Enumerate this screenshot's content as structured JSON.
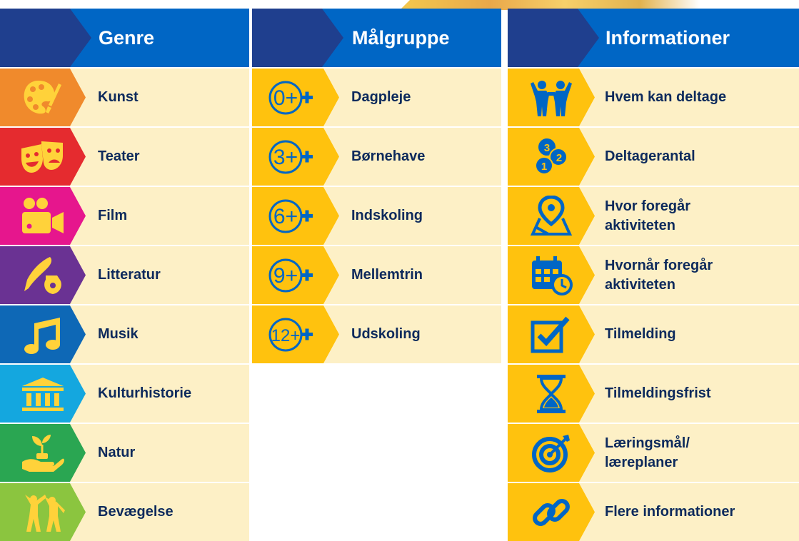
{
  "columns": {
    "genre": {
      "title": "Genre",
      "items": [
        {
          "label": "Kunst",
          "icon": "palette-icon",
          "color": "#f08a2c"
        },
        {
          "label": "Teater",
          "icon": "theater-masks-icon",
          "color": "#e52b2f"
        },
        {
          "label": "Film",
          "icon": "film-camera-icon",
          "color": "#e6168d"
        },
        {
          "label": "Litteratur",
          "icon": "quill-inkpot-icon",
          "color": "#6a3293"
        },
        {
          "label": "Musik",
          "icon": "music-note-icon",
          "color": "#0e68b6"
        },
        {
          "label": "Kulturhistorie",
          "icon": "museum-icon",
          "color": "#14a7df"
        },
        {
          "label": "Natur",
          "icon": "plant-in-hand-icon",
          "color": "#2aa652"
        },
        {
          "label": "Bevægelse",
          "icon": "dancers-icon",
          "color": "#8bc53f"
        }
      ]
    },
    "malgruppe": {
      "title": "Målgruppe",
      "items": [
        {
          "label": "Dagpleje",
          "badge": "0+",
          "icon": "age-0-plus-icon"
        },
        {
          "label": "Børnehave",
          "badge": "3+",
          "icon": "age-3-plus-icon"
        },
        {
          "label": "Indskoling",
          "badge": "6+",
          "icon": "age-6-plus-icon"
        },
        {
          "label": "Mellemtrin",
          "badge": "9+",
          "icon": "age-9-plus-icon"
        },
        {
          "label": "Udskoling",
          "badge": "12+",
          "icon": "age-12-plus-icon"
        }
      ]
    },
    "informationer": {
      "title": "Informationer",
      "items": [
        {
          "label": "Hvem kan deltage",
          "icon": "children-icon"
        },
        {
          "label": "Deltagerantal",
          "icon": "numbered-bubbles-icon"
        },
        {
          "label": "Hvor foregår aktiviteten",
          "icon": "map-pin-icon"
        },
        {
          "label": "Hvornår foregår aktiviteten",
          "icon": "calendar-clock-icon"
        },
        {
          "label": "Tilmelding",
          "icon": "checkbox-icon"
        },
        {
          "label": "Tilmeldingsfrist",
          "icon": "hourglass-icon"
        },
        {
          "label": "Læringsmål/ læreplaner",
          "icon": "target-icon"
        },
        {
          "label": "Flere informationer",
          "icon": "link-icon"
        }
      ]
    }
  },
  "colors": {
    "header_blue": "#0066c5",
    "header_dark": "#1f3f8e",
    "row_bg": "#fdf0c6",
    "yellow": "#ffc20e",
    "icon_blue": "#0066c5",
    "genre_icon": "#ffd23a",
    "label_text": "#0d2a5c"
  }
}
